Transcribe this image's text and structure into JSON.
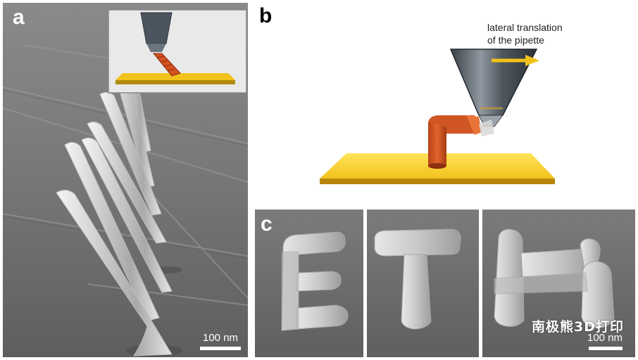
{
  "figure": {
    "panel_a": {
      "letter": "a",
      "scale_bar_label": "100 nm"
    },
    "panel_b": {
      "letter": "b",
      "annotation_line1": "lateral translation",
      "annotation_line2": "of the pipette"
    },
    "panel_c": {
      "letter": "c",
      "letters_shown": [
        "E",
        "T",
        "H"
      ],
      "scale_bar_label": "100 nm",
      "watermark": "南极熊3D打印"
    }
  },
  "colors": {
    "gold": "#f2c21b",
    "copper": "#d2521e",
    "sem_gray": "#6e6e6e"
  }
}
